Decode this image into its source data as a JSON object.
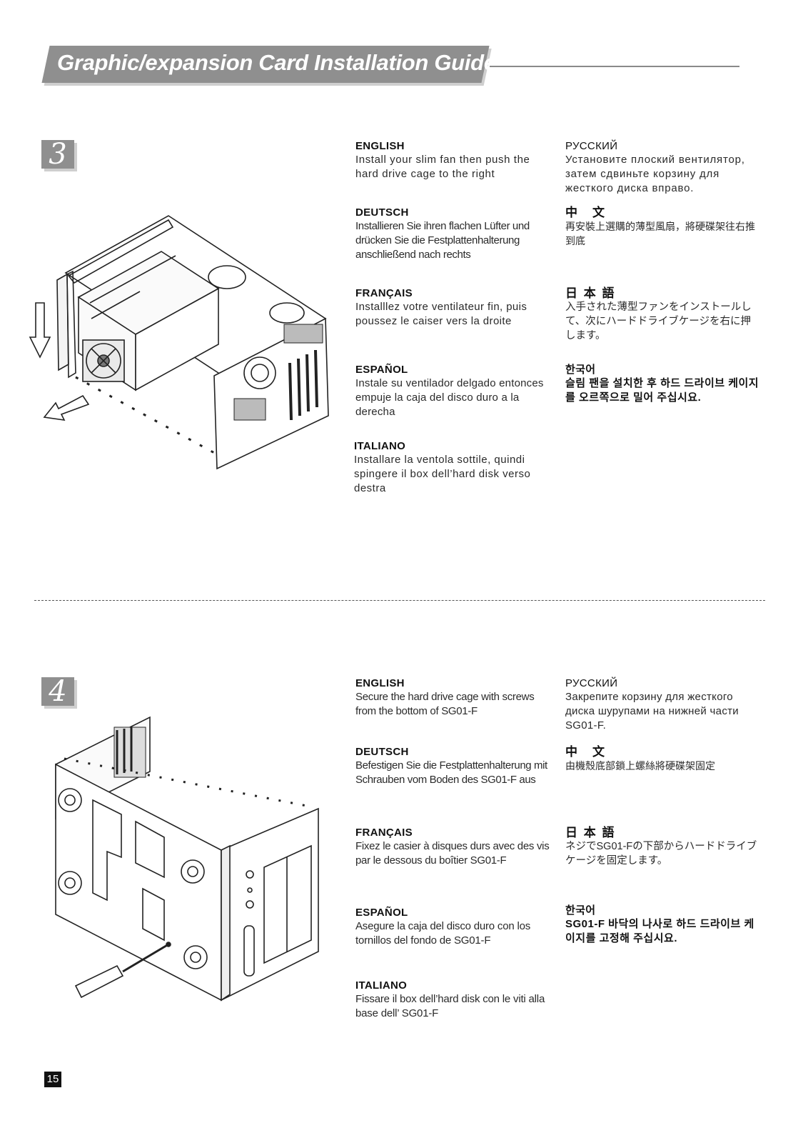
{
  "header": {
    "title": "Graphic/expansion Card Installation Guide"
  },
  "steps": [
    {
      "number": "3",
      "sections": {
        "english": {
          "heading": "ENGLISH",
          "text": "Install your slim fan then push the hard drive cage to the right"
        },
        "deutsch": {
          "heading": "DEUTSCH",
          "text": "Installieren Sie ihren flachen Lüfter und drücken Sie die Festplattenhalterung anschließend nach rechts"
        },
        "francais": {
          "heading": "FRANÇAIS",
          "text": "Installlez votre ventilateur fin, puis poussez le caiser vers la droite"
        },
        "espanol": {
          "heading": "ESPAÑOL",
          "text": "Instale su ventilador delgado entonces empuje la caja del disco duro a la derecha"
        },
        "italiano": {
          "heading": "ITALIANO",
          "text": "Installare la ventola sottile, quindi spingere il box dell’hard disk verso destra"
        },
        "russian": {
          "heading": "РУССКИЙ",
          "text": "Установите плоский вентилятор, затем сдвиньте корзину для жесткого диска вправо."
        },
        "chinese": {
          "heading": "中　文",
          "text": "再安裝上選購的薄型風扇，將硬碟架往右推到底"
        },
        "japanese": {
          "heading": "日 本 語",
          "text": "入手された薄型ファンをインストールして、次にハードドライブケージを右に押します。"
        },
        "korean": {
          "heading": "한국어",
          "text": "슬림 팬을 설치한 후 하드 드라이브 케이지를 오르쪽으로 밀어 주십시요."
        }
      }
    },
    {
      "number": "4",
      "sections": {
        "english": {
          "heading": "ENGLISH",
          "text": "Secure the hard drive cage with screws from the bottom of SG01-F"
        },
        "deutsch": {
          "heading": "DEUTSCH",
          "text": "Befestigen Sie die Festplattenhalterung mit Schrauben vom Boden des SG01-F aus"
        },
        "francais": {
          "heading": "FRANÇAIS",
          "text": "Fixez le casier à disques durs avec des vis par le dessous du boîtier SG01-F"
        },
        "espanol": {
          "heading": "ESPAÑOL",
          "text": "Asegure la caja del disco duro con los tornillos del fondo de SG01-F"
        },
        "italiano": {
          "heading": "ITALIANO",
          "text": "Fissare il box dell’hard disk con le viti alla base dell’ SG01-F"
        },
        "russian": {
          "heading": "РУССКИЙ",
          "text": "Закрепите корзину для жесткого диска шурупами на нижней части SG01-F."
        },
        "chinese": {
          "heading": "中　文",
          "text": "由機殼底部鎖上螺絲將硬碟架固定"
        },
        "japanese": {
          "heading": "日 本 語",
          "text": "ネジでSG01-Fの下部からハードドライブケージを固定します。"
        },
        "korean": {
          "heading": "한국어",
          "text": "SG01-F 바닥의 나사로 하드 드라이브 케이지를 고정해 주십시요."
        }
      }
    }
  ],
  "footer": {
    "page_number": "15"
  },
  "colors": {
    "banner": "#8f8f8f",
    "banner_shadow": "#cfcfcf",
    "text": "#222222"
  }
}
